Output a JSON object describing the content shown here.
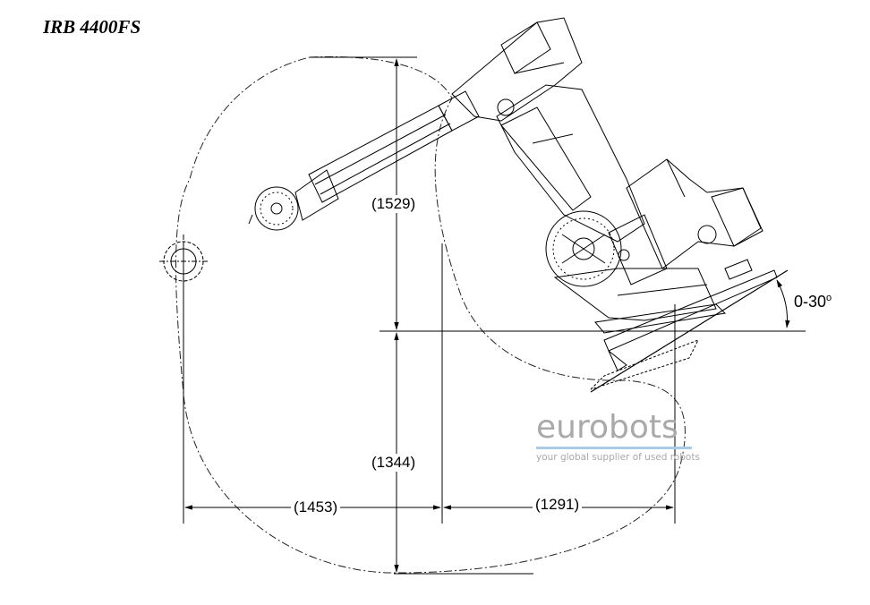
{
  "title": "IRB 4400FS",
  "dimensions": {
    "upper_reach": "(1529)",
    "lower_reach": "(1344)",
    "rear_reach": "(1453)",
    "front_reach": "(1291)"
  },
  "tilt": {
    "range": "0-30",
    "unit": "o"
  },
  "watermark": {
    "brand": "eurobots",
    "tagline": "your global supplier of used robots"
  }
}
